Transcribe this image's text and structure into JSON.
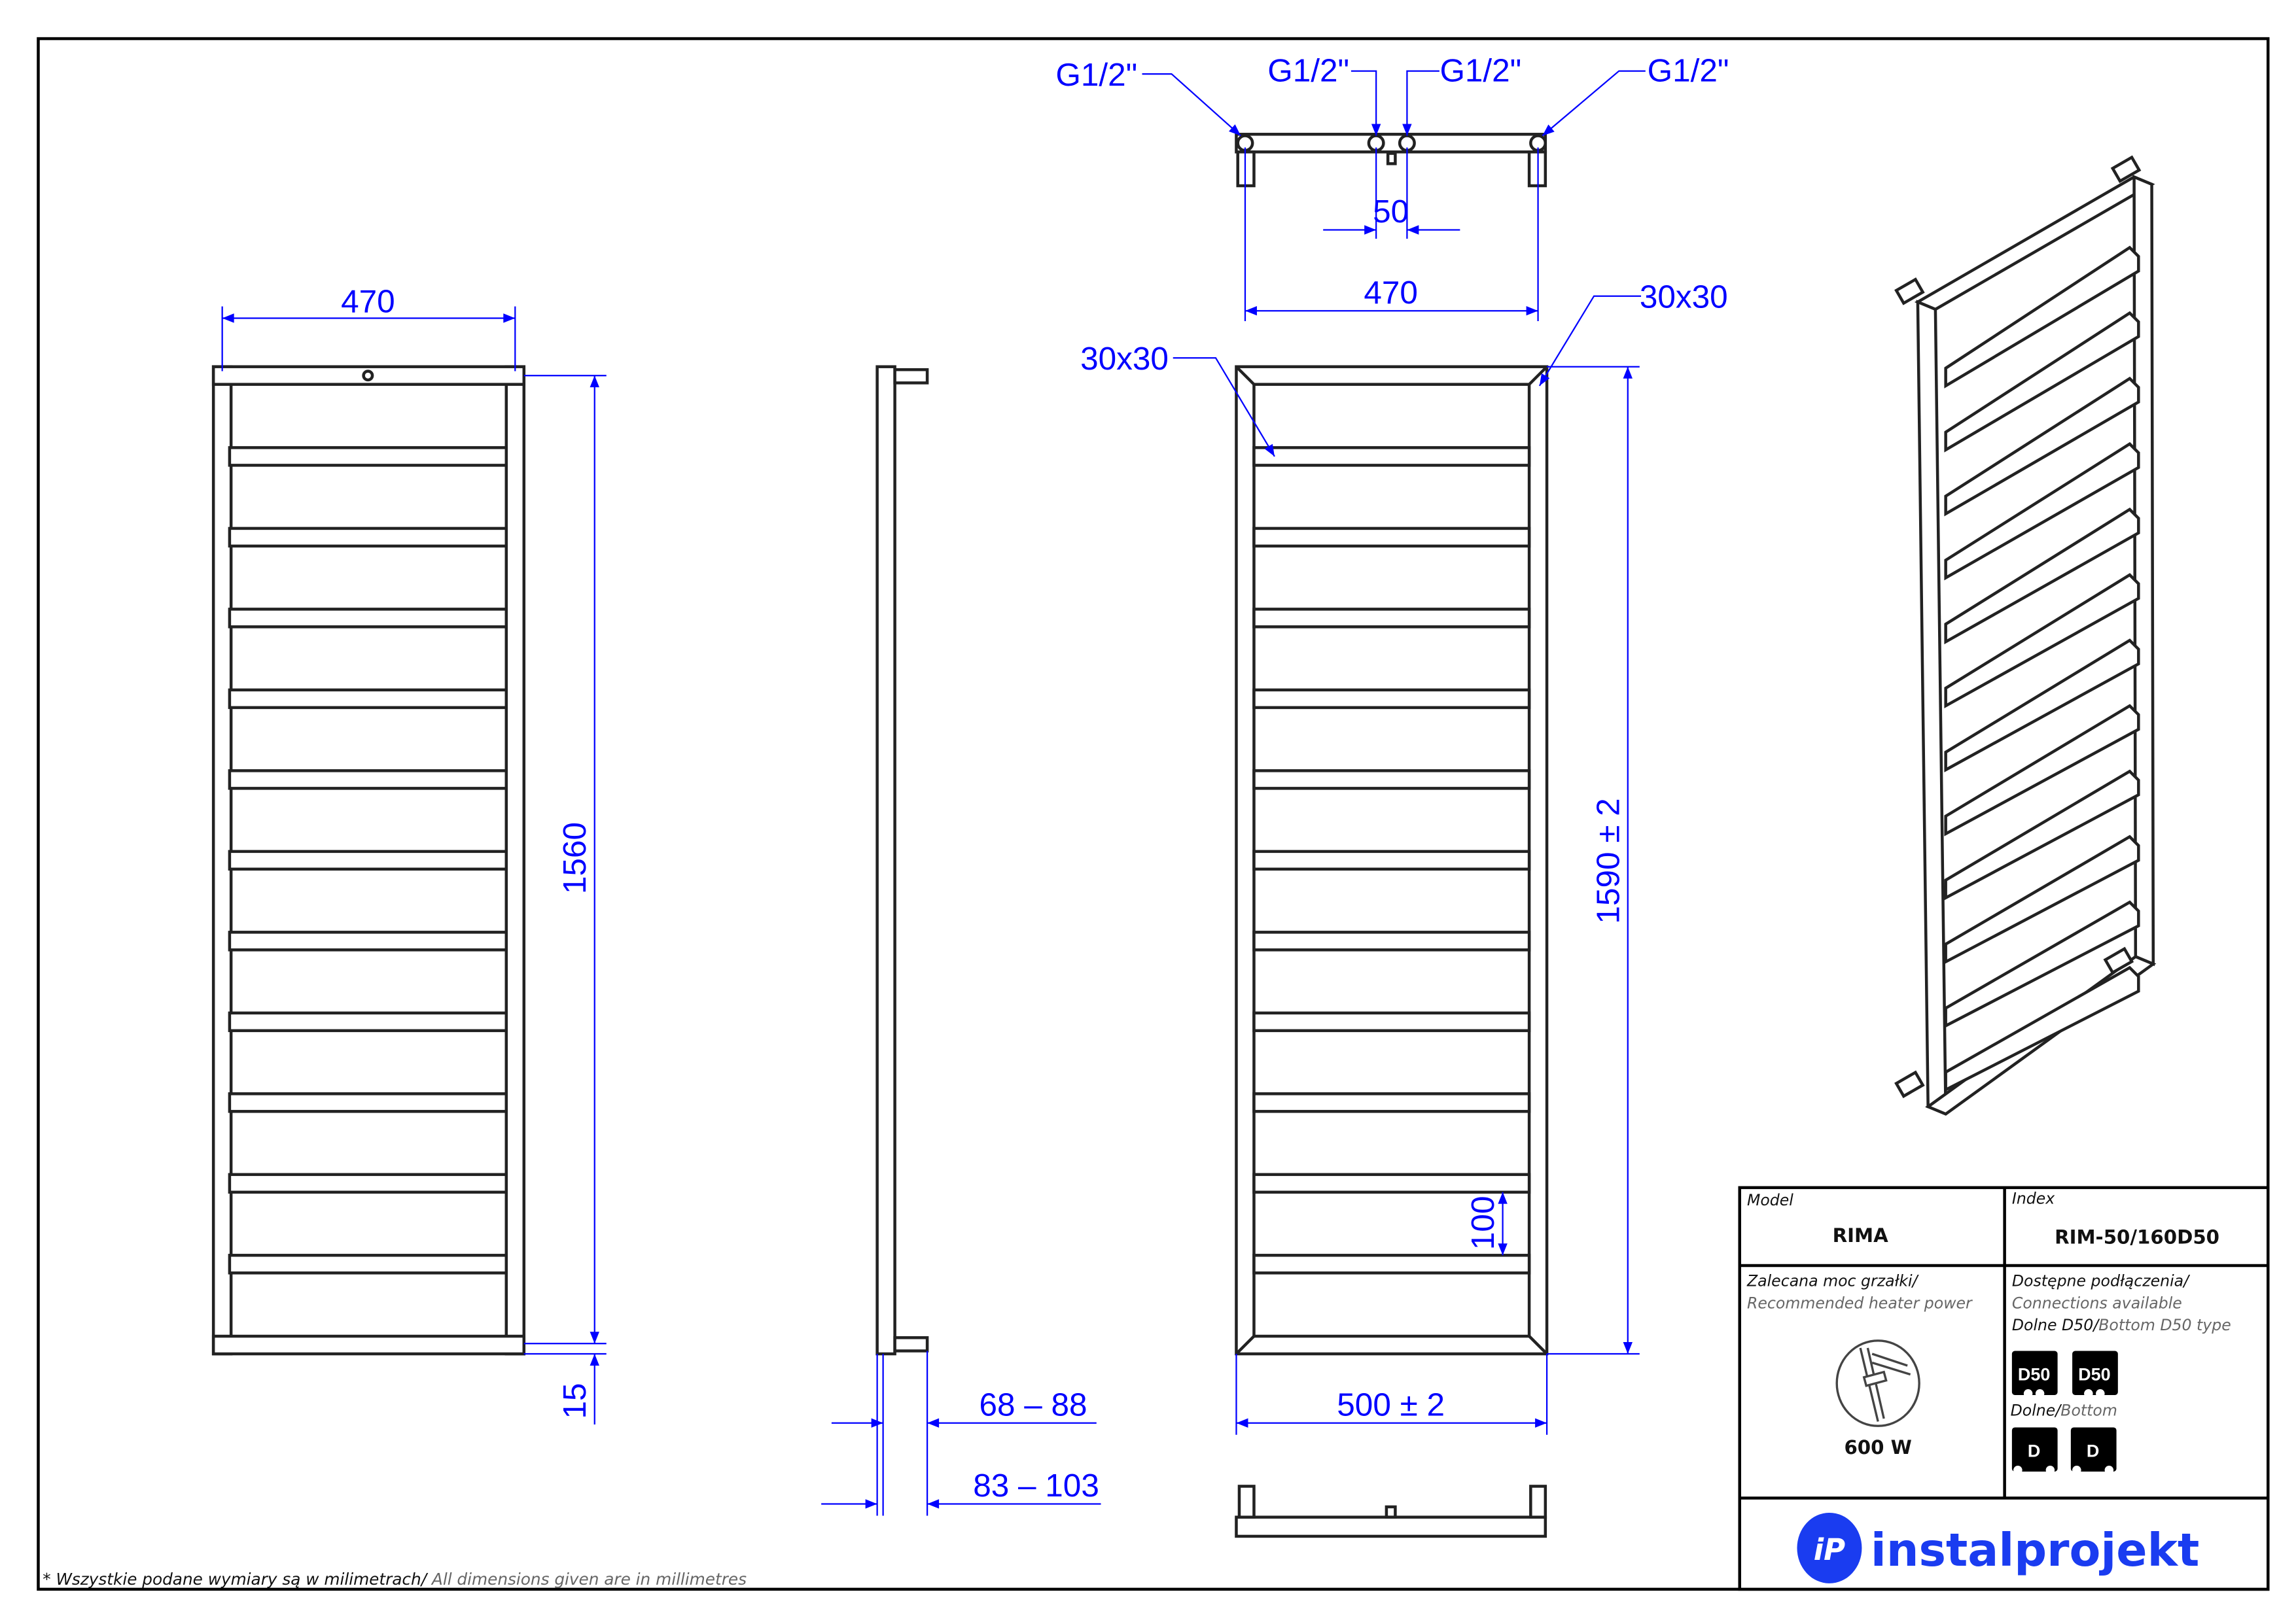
{
  "dimensions": {
    "front_width": "470",
    "front_height": "1560",
    "bottom_offset": "15",
    "depth_min": "68 – 88",
    "depth_max": "83 – 103",
    "thread_1": "G1/2\"",
    "thread_2": "G1/2\"",
    "thread_3": "G1/2\"",
    "thread_4": "G1/2\"",
    "center_spacing": "50",
    "axis_spacing": "470",
    "profile_right": "30x30",
    "profile_left": "30x30",
    "total_height": "1590  ± 2",
    "rail_gap": "100",
    "total_width": "500  ± 2"
  },
  "title_block": {
    "model_label": "Model",
    "model_value": "RIMA",
    "index_label": "Index",
    "index_value": "RIM-50/160D50",
    "heater_label_pl": "Zalecana moc grzałki/",
    "heater_label_en": "Recommended heater power",
    "heater_power": "600 W",
    "connections_pl": "Dostępne podłączenia/",
    "connections_en": "Connections available",
    "d50_type_pl": "Dolne D50/",
    "d50_type_en": "Bottom D50 type",
    "badge_d50_1": "D50",
    "badge_d50_2": "D50",
    "bottom_pl": "Dolne/",
    "bottom_en": "Bottom",
    "badge_d_1": "D",
    "badge_d_2": "D",
    "logo_text": "instalprojekt"
  },
  "footnote": {
    "pl": "* Wszystkie podane wymiary są w milimetrach/",
    "en": " All dimensions given are in millimetres"
  },
  "colors": {
    "dimension": "#0000ff",
    "brand": "#1a3cf0",
    "hot": "#e02020",
    "cold": "#2060d0"
  }
}
